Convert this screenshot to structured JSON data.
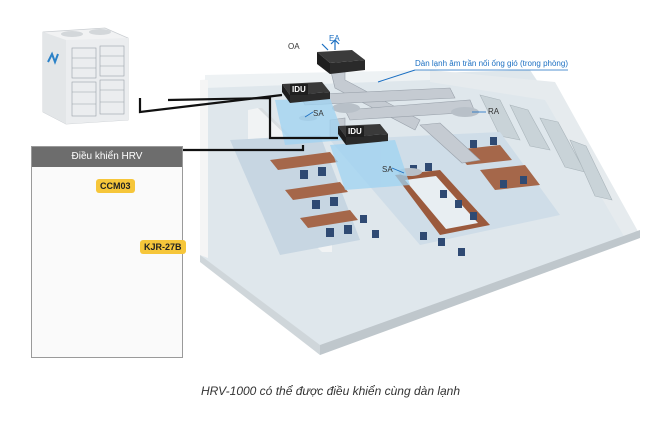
{
  "control": {
    "title": "Điều khiển HRV",
    "controller1_label": "CCM03",
    "controller2_label": "KJR-27B"
  },
  "duct": {
    "oa": "OA",
    "ea": "EA",
    "sa1": "SA",
    "sa2": "SA",
    "ra": "RA",
    "idu1": "IDU",
    "idu2": "IDU",
    "callout": "Dàn lạnh âm trần nối ống gió (trong phòng)"
  },
  "caption": "HRV-1000 có thể được điều khiển cùng dàn lạnh",
  "colors": {
    "accent_blue": "#1b6fc2",
    "tag_yellow": "#f6c63a",
    "panel_header": "#6d6d6d",
    "cable": "#111111"
  }
}
